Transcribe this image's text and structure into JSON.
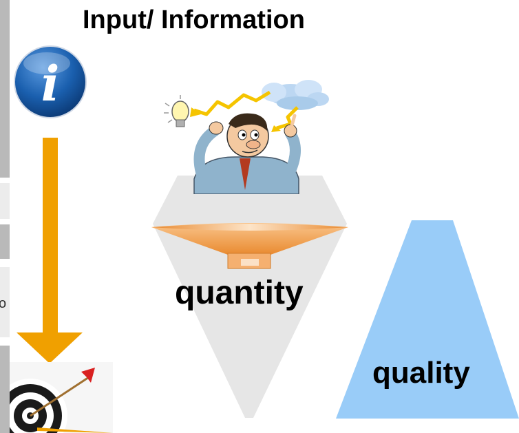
{
  "diagram": {
    "title": "Input/ Information",
    "funnel_label": "quantity",
    "pyramid_label": "quality",
    "info_icon_letter": "i",
    "edge_fragment": "o"
  },
  "icons": [
    "info-icon",
    "thinking-man-illustration",
    "lightbulb-icon",
    "cloud-icon",
    "lightning-icon",
    "dartboard-icon",
    "down-arrow"
  ],
  "colors": {
    "arrow": "#f0a000",
    "funnel": "#e6e6e6",
    "funnel_lip": "#f2a35a",
    "pyramid": "#99ccf8",
    "info_blue": "#1a5fae",
    "dart_red": "#d92020"
  }
}
